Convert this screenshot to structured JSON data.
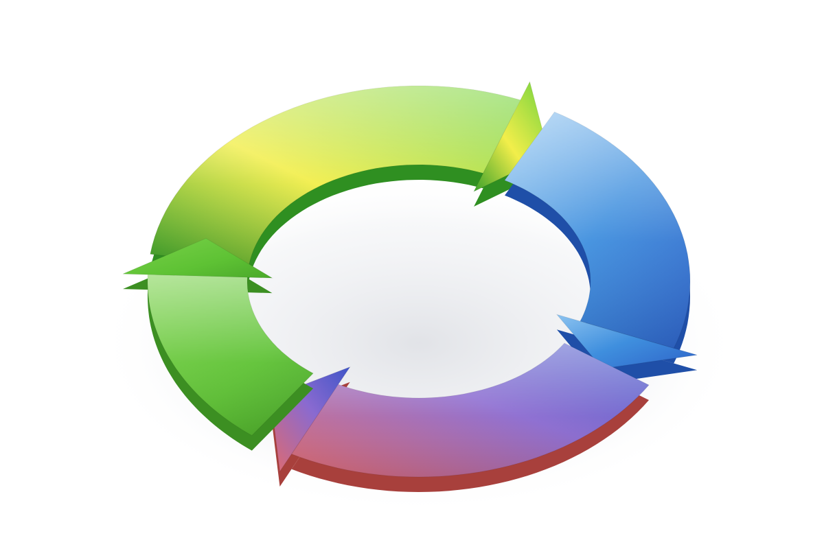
{
  "diagram": {
    "type": "cycle",
    "direction": "clockwise",
    "background": "#ffffff",
    "arrows": [
      {
        "name": "arrow-yellow-to-green",
        "colors": [
          "#3aa12a",
          "#f2ee4a",
          "#6ed23e"
        ],
        "side": "#2f8f21"
      },
      {
        "name": "arrow-blue",
        "colors": [
          "#8cc3f0",
          "#3f8fde",
          "#2e63c8"
        ],
        "side": "#1f4fa8"
      },
      {
        "name": "arrow-blue-to-red",
        "colors": [
          "#3f55c8",
          "#8a6ad0",
          "#e06a6e"
        ],
        "side": "#a8403c"
      },
      {
        "name": "arrow-green-bottom",
        "colors": [
          "#7ad14a",
          "#5ec234",
          "#4aa82a"
        ],
        "side": "#3c8f22"
      }
    ]
  }
}
